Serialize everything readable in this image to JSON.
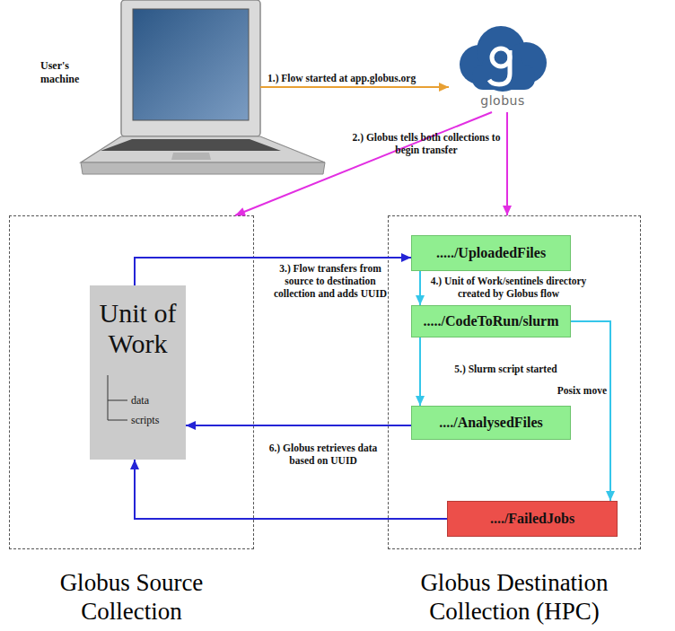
{
  "diagram": {
    "nodes": [
      {
        "text": [
          "User's machine"
        ]
      },
      {
        "text": [
          "globus"
        ]
      },
      {
        "text": [
          "Globus Source Collection"
        ]
      },
      {
        "text": [
          "Unit of Work",
          "data",
          "scripts"
        ],
        "in": 2
      },
      {
        "text": [
          "Globus Destination Collection (HPC)"
        ]
      },
      {
        "text": [
          "...../UploadedFiles"
        ],
        "in": 4
      },
      {
        "text": [
          "...../CodeToRun/slurm"
        ],
        "in": 4
      },
      {
        "text": [
          "..../AnalysedFiles"
        ],
        "in": 4
      },
      {
        "text": [
          "..../FailedJobs"
        ],
        "in": 4
      }
    ],
    "edges": [
      {
        "from": 0,
        "to": 1,
        "arrow": "to",
        "label": "1.) Flow started at app.globus.org"
      },
      {
        "from": 1,
        "to": 2,
        "arrow": "to"
      },
      {
        "from": 1,
        "to": 4,
        "arrow": "to",
        "label": "2.) Globus tells both collections to begin transfer"
      },
      {
        "from": 3,
        "to": 5,
        "arrow": "to",
        "label": "3.) Flow transfers from source to destination collection and adds UUID"
      },
      {
        "from": 5,
        "to": 6,
        "arrow": "to",
        "label": "4.) Unit of Work/sentinels directory created by Globus flow"
      },
      {
        "from": 6,
        "to": 7,
        "arrow": "to",
        "label": "5.) Slurm script started"
      },
      {
        "from": 6,
        "to": 8,
        "arrow": "to",
        "label": "Posix move"
      },
      {
        "from": 7,
        "to": 3,
        "arrow": "to",
        "label": "6.) Globus retrieves data based on UUID"
      },
      {
        "from": 8,
        "to": 3,
        "arrow": "to"
      }
    ]
  }
}
